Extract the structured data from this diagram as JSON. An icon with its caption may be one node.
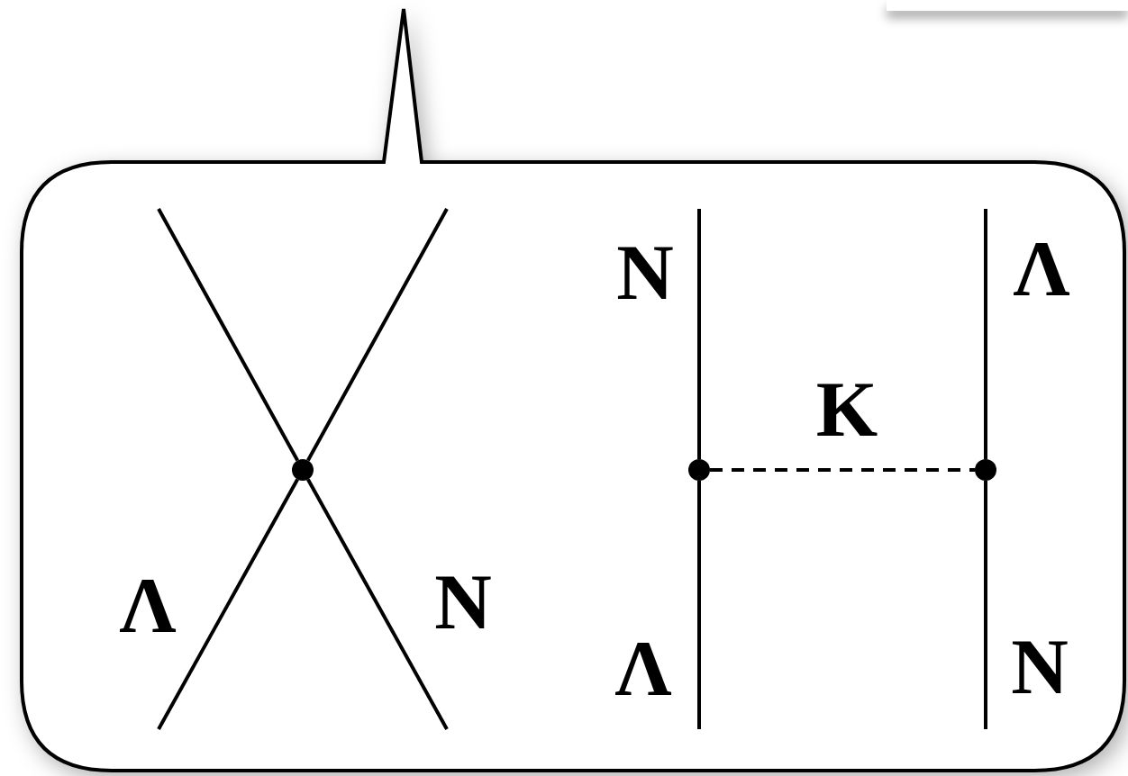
{
  "diagram": {
    "nodes": [
      {
        "text": [],
        "shape": "box"
      },
      {
        "text": [],
        "shape": "circle",
        "in": 0
      },
      {
        "text": [],
        "shape": "circle",
        "in": 0
      },
      {
        "text": [],
        "shape": "circle",
        "in": 0
      }
    ],
    "edges": [
      {
        "from": null,
        "to": 1,
        "arrow": "none"
      },
      {
        "from": null,
        "to": 1,
        "arrow": "none"
      },
      {
        "from": null,
        "to": 1,
        "arrow": "none",
        "label": "Λ"
      },
      {
        "from": null,
        "to": 1,
        "arrow": "none",
        "label": "N"
      },
      {
        "from": null,
        "to": 2,
        "arrow": "none",
        "label": "N"
      },
      {
        "from": null,
        "to": 2,
        "arrow": "none",
        "label": "Λ"
      },
      {
        "from": 2,
        "to": 3,
        "arrow": "none",
        "label": "K",
        "style": "dashed"
      },
      {
        "from": null,
        "to": 3,
        "arrow": "none",
        "label": "Λ"
      },
      {
        "from": null,
        "to": 3,
        "arrow": "none",
        "label": "N"
      }
    ]
  }
}
